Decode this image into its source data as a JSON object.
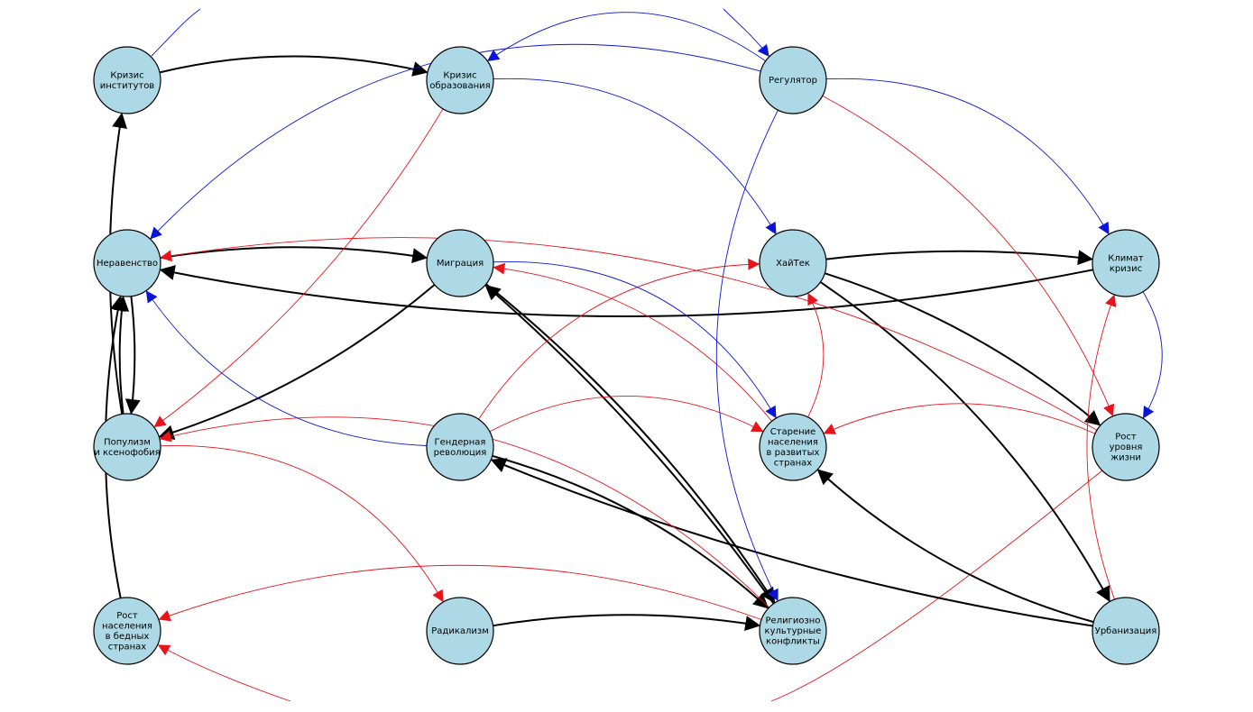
{
  "colors": {
    "node_fill": "#add8e6",
    "node_border": "#000000",
    "highlight_red": "#e8141c",
    "highlight_blue": "#0a14d8",
    "edge_black": "#000000",
    "edge_red": "#e8141c",
    "edge_blue": "#0a14d8"
  },
  "nodes": [
    {
      "id": "crisis_inst",
      "label": "Кризис\nинститутов",
      "highlight": "none"
    },
    {
      "id": "crisis_edu",
      "label": "Кризис\nобразования",
      "highlight": "none"
    },
    {
      "id": "regulator",
      "label": "Регулятор",
      "highlight": "blue"
    },
    {
      "id": "inequality",
      "label": "Неравенство",
      "highlight": "red"
    },
    {
      "id": "migration",
      "label": "Миграция",
      "highlight": "none"
    },
    {
      "id": "hitech",
      "label": "ХайТек",
      "highlight": "none"
    },
    {
      "id": "climate",
      "label": "Климат\nкризис",
      "highlight": "red"
    },
    {
      "id": "populism",
      "label": "Популизм\nи ксенофобия",
      "highlight": "none"
    },
    {
      "id": "gender",
      "label": "Гендерная\nреволюция",
      "highlight": "none"
    },
    {
      "id": "aging",
      "label": "Старение\nнаселения\nв развитых\nстранах",
      "highlight": "none"
    },
    {
      "id": "living",
      "label": "Рост\nуровня\nжизни",
      "highlight": "none"
    },
    {
      "id": "popgrowth",
      "label": "Рост\nнаселения\nв бедных\nстранах",
      "highlight": "none"
    },
    {
      "id": "radicalism",
      "label": "Радикализм",
      "highlight": "none"
    },
    {
      "id": "religion",
      "label": "Религиозно\nкультурные\nконфликты",
      "highlight": "red"
    },
    {
      "id": "urban",
      "label": "Урбанизация",
      "highlight": "none"
    }
  ],
  "edges": [
    {
      "from": "crisis_inst",
      "to": "crisis_edu",
      "color": "black"
    },
    {
      "from": "inequality",
      "to": "migration",
      "color": "black"
    },
    {
      "from": "climate",
      "to": "inequality",
      "color": "black"
    },
    {
      "from": "hitech",
      "to": "climate",
      "color": "black"
    },
    {
      "from": "hitech",
      "to": "living",
      "color": "black"
    },
    {
      "from": "hitech",
      "to": "urban",
      "color": "black"
    },
    {
      "from": "migration",
      "to": "populism",
      "color": "black"
    },
    {
      "from": "inequality",
      "to": "populism",
      "color": "black"
    },
    {
      "from": "populism",
      "to": "inequality",
      "color": "black"
    },
    {
      "from": "populism",
      "to": "crisis_inst",
      "color": "black"
    },
    {
      "from": "popgrowth",
      "to": "inequality",
      "color": "black"
    },
    {
      "from": "migration",
      "to": "religion",
      "color": "black"
    },
    {
      "from": "religion",
      "to": "migration",
      "color": "black"
    },
    {
      "from": "gender",
      "to": "religion",
      "color": "black"
    },
    {
      "from": "radicalism",
      "to": "religion",
      "color": "black"
    },
    {
      "from": "urban",
      "to": "gender",
      "color": "black"
    },
    {
      "from": "urban",
      "to": "aging",
      "color": "black"
    },
    {
      "from": "crisis_edu",
      "to": "populism",
      "color": "red"
    },
    {
      "from": "regulator",
      "to": "living",
      "color": "red"
    },
    {
      "from": "gender",
      "to": "hitech",
      "color": "red"
    },
    {
      "from": "gender",
      "to": "aging",
      "color": "red"
    },
    {
      "from": "aging",
      "to": "hitech",
      "color": "red"
    },
    {
      "from": "aging",
      "to": "migration",
      "color": "red"
    },
    {
      "from": "living",
      "to": "aging",
      "color": "red"
    },
    {
      "from": "living",
      "to": "inequality",
      "color": "red"
    },
    {
      "from": "urban",
      "to": "climate",
      "color": "red"
    },
    {
      "from": "religion",
      "to": "popgrowth",
      "color": "red"
    },
    {
      "from": "religion",
      "to": "populism",
      "color": "red"
    },
    {
      "from": "populism",
      "to": "radicalism",
      "color": "red"
    },
    {
      "from": "crisis_edu",
      "to": "hitech",
      "color": "blue"
    },
    {
      "from": "regulator",
      "to": "crisis_edu",
      "color": "blue"
    },
    {
      "from": "regulator",
      "to": "climate",
      "color": "blue"
    },
    {
      "from": "regulator",
      "to": "religion",
      "color": "blue"
    },
    {
      "from": "regulator",
      "to": "inequality",
      "color": "blue"
    },
    {
      "from": "migration",
      "to": "aging",
      "color": "blue"
    },
    {
      "from": "climate",
      "to": "living",
      "color": "blue"
    },
    {
      "from": "gender",
      "to": "inequality",
      "color": "blue"
    }
  ]
}
